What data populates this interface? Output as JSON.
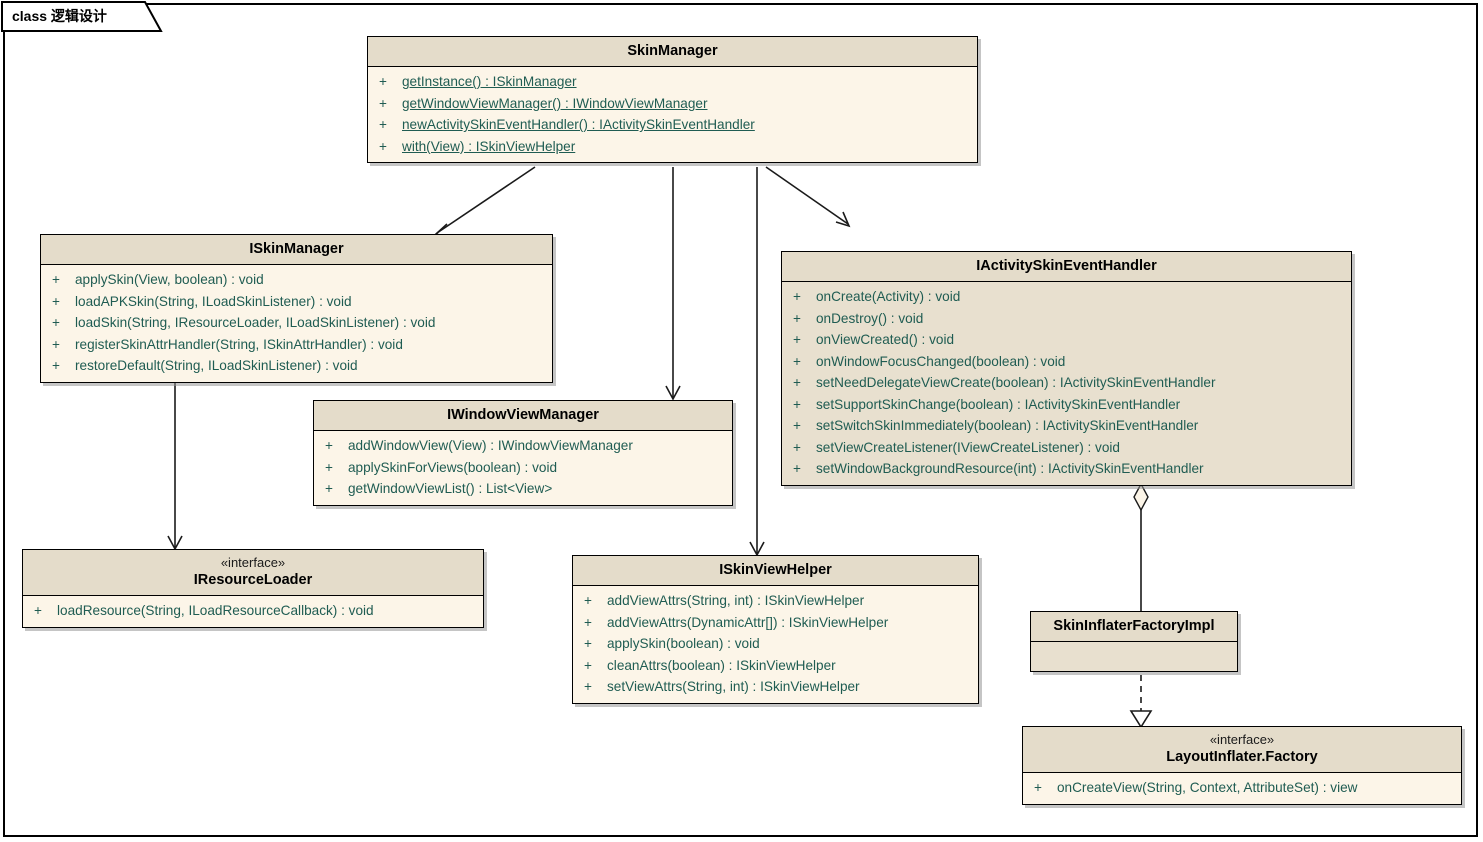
{
  "diagram": {
    "tab_label": "class 逻辑设计",
    "type": "uml-class-diagram"
  },
  "classes": {
    "skin_manager": {
      "name": "SkinManager",
      "members": [
        {
          "vis": "+",
          "sig": "getInstance() : ISkinManager",
          "static": true
        },
        {
          "vis": "+",
          "sig": "getWindowViewManager() : IWindowViewManager",
          "static": true
        },
        {
          "vis": "+",
          "sig": "newActivitySkinEventHandler() : IActivitySkinEventHandler",
          "static": true
        },
        {
          "vis": "+",
          "sig": "with(View) : ISkinViewHelper",
          "static": true
        }
      ]
    },
    "iskin_manager": {
      "name": "ISkinManager",
      "members": [
        {
          "vis": "+",
          "sig": "applySkin(View, boolean) : void"
        },
        {
          "vis": "+",
          "sig": "loadAPKSkin(String, ILoadSkinListener) : void"
        },
        {
          "vis": "+",
          "sig": "loadSkin(String, IResourceLoader, ILoadSkinListener) : void"
        },
        {
          "vis": "+",
          "sig": "registerSkinAttrHandler(String, ISkinAttrHandler) : void"
        },
        {
          "vis": "+",
          "sig": "restoreDefault(String, ILoadSkinListener) : void"
        }
      ]
    },
    "iactivity_skin_event_handler": {
      "name": "IActivitySkinEventHandler",
      "members": [
        {
          "vis": "+",
          "sig": "onCreate(Activity) : void"
        },
        {
          "vis": "+",
          "sig": "onDestroy() : void"
        },
        {
          "vis": "+",
          "sig": "onViewCreated() : void"
        },
        {
          "vis": "+",
          "sig": "onWindowFocusChanged(boolean) : void"
        },
        {
          "vis": "+",
          "sig": "setNeedDelegateViewCreate(boolean) : IActivitySkinEventHandler"
        },
        {
          "vis": "+",
          "sig": "setSupportSkinChange(boolean) : IActivitySkinEventHandler"
        },
        {
          "vis": "+",
          "sig": "setSwitchSkinImmediately(boolean) : IActivitySkinEventHandler"
        },
        {
          "vis": "+",
          "sig": "setViewCreateListener(IViewCreateListener) : void"
        },
        {
          "vis": "+",
          "sig": "setWindowBackgroundResource(int) : IActivitySkinEventHandler"
        }
      ]
    },
    "iwindow_view_manager": {
      "name": "IWindowViewManager",
      "members": [
        {
          "vis": "+",
          "sig": "addWindowView(View) : IWindowViewManager"
        },
        {
          "vis": "+",
          "sig": "applySkinForViews(boolean) : void"
        },
        {
          "vis": "+",
          "sig": "getWindowViewList() : List<View>"
        }
      ]
    },
    "iresource_loader": {
      "stereotype": "«interface»",
      "name": "IResourceLoader",
      "members": [
        {
          "vis": "+",
          "sig": "loadResource(String, ILoadResourceCallback) : void"
        }
      ]
    },
    "iskin_view_helper": {
      "name": "ISkinViewHelper",
      "members": [
        {
          "vis": "+",
          "sig": "addViewAttrs(String, int) : ISkinViewHelper"
        },
        {
          "vis": "+",
          "sig": "addViewAttrs(DynamicAttr[]) : ISkinViewHelper"
        },
        {
          "vis": "+",
          "sig": "applySkin(boolean) : void"
        },
        {
          "vis": "+",
          "sig": "cleanAttrs(boolean) : ISkinViewHelper"
        },
        {
          "vis": "+",
          "sig": "setViewAttrs(String, int) : ISkinViewHelper"
        }
      ]
    },
    "skin_inflater_factory_impl": {
      "name": "SkinInflaterFactoryImpl",
      "members": []
    },
    "layout_inflater_factory": {
      "stereotype": "«interface»",
      "name": "LayoutInflater.Factory",
      "members": [
        {
          "vis": "+",
          "sig": "onCreateView(String, Context, AttributeSet) : view"
        }
      ]
    }
  },
  "relationships": [
    {
      "from": "SkinManager",
      "to": "ISkinManager",
      "kind": "dependency-arrow"
    },
    {
      "from": "SkinManager",
      "to": "IWindowViewManager",
      "kind": "dependency-arrow"
    },
    {
      "from": "SkinManager",
      "to": "ISkinViewHelper",
      "kind": "dependency-arrow"
    },
    {
      "from": "SkinManager",
      "to": "IActivitySkinEventHandler",
      "kind": "dependency-arrow"
    },
    {
      "from": "ISkinManager",
      "to": "IResourceLoader",
      "kind": "dependency-arrow"
    },
    {
      "from": "IActivitySkinEventHandler",
      "to": "SkinInflaterFactoryImpl",
      "kind": "aggregation"
    },
    {
      "from": "SkinInflaterFactoryImpl",
      "to": "LayoutInflater.Factory",
      "kind": "realization"
    }
  ],
  "colors": {
    "header_fill": "#E4DCCA",
    "body_fill": "#FCF5E8",
    "shaded_fill": "#E8E0CF",
    "member_text": "#1F5C52",
    "border": "#000000",
    "canvas": "#FFFFFF"
  }
}
